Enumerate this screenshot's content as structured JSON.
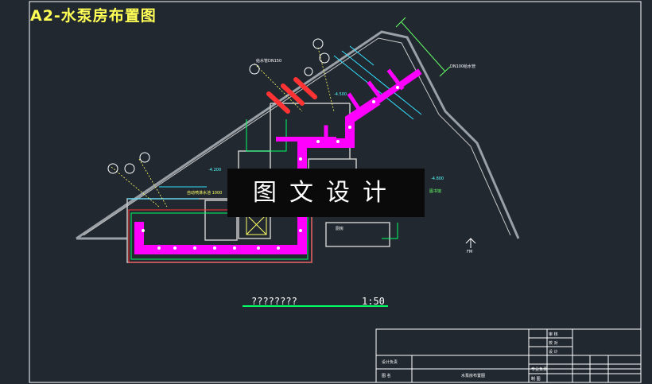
{
  "drawing": {
    "title": "A2-水泵房布置图",
    "watermark": "图文设计",
    "scale_title": "????????",
    "scale_ratio": "1:50"
  },
  "labels": {
    "elev_1": "-4.200",
    "elev_2": "-4.500",
    "elev_3": "-4.800",
    "room_east": "图书馆",
    "room_south": "厨房",
    "pump": "FM",
    "pool_note": "自动喷淋水池 1000",
    "pipe_note_1": "给水管DN150",
    "pipe_note_2": "DN100给水管"
  },
  "title_block": {
    "row_design": "设计负责",
    "row_drawing": "图 名",
    "drawing_name": "水泵房布置图",
    "stamp_1": "审 核",
    "stamp_2": "校 对",
    "stamp_3": "设 计",
    "stamp_4": "专业负责",
    "stamp_5": "制 图"
  },
  "colors": {
    "background": "#212830",
    "wall": "#9aa0a6",
    "pipe_main": "#ff00ff",
    "pipe_supply": "#ff3333",
    "outline_green": "#00ff66",
    "outline_cyan": "#33e0ff",
    "title_yellow": "#ffff55"
  }
}
